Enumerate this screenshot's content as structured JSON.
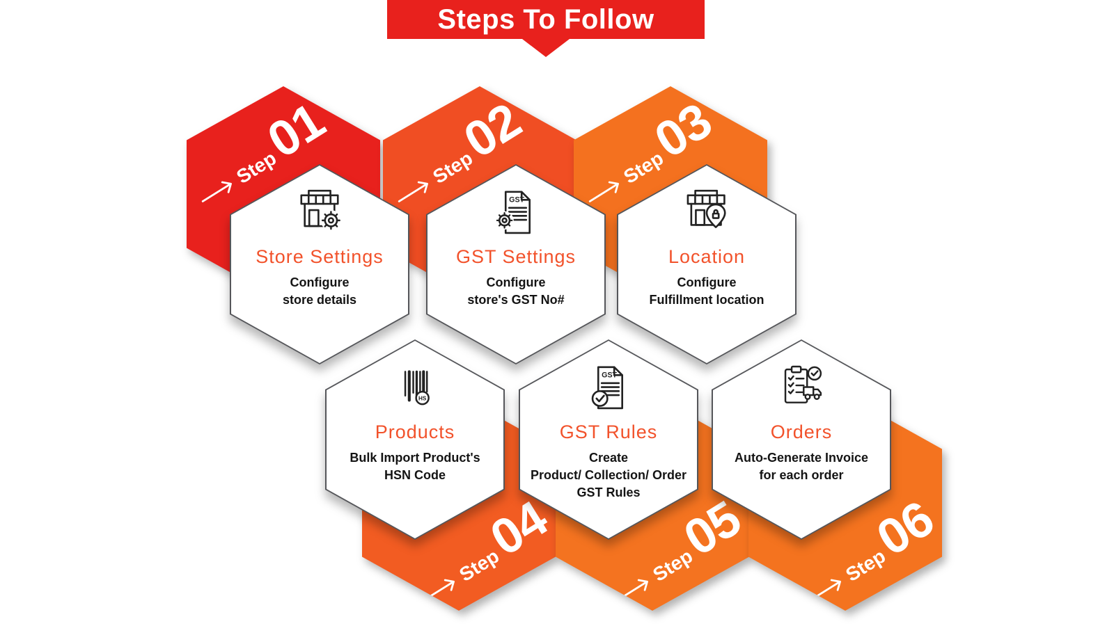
{
  "banner": {
    "title": "Steps To Follow",
    "color": "#e8211d"
  },
  "theme": {
    "title_color": "#f2522b",
    "desc_color": "#141414"
  },
  "steps": [
    {
      "step_label": "Step",
      "number": "01",
      "title": "Store Settings",
      "desc": [
        "Configure",
        "store details"
      ],
      "color": "#e8211d",
      "icon": "store-gear-icon"
    },
    {
      "step_label": "Step",
      "number": "02",
      "title": "GST Settings",
      "desc": [
        "Configure",
        "store's GST No#"
      ],
      "color": "#f04e23",
      "icon": "gst-document-gear-icon"
    },
    {
      "step_label": "Step",
      "number": "03",
      "title": "Location",
      "desc": [
        "Configure",
        "Fulfillment location"
      ],
      "color": "#f4711f",
      "icon": "store-location-pin-icon"
    },
    {
      "step_label": "Step",
      "number": "04",
      "title": "Products",
      "desc": [
        "Bulk Import Product's",
        "HSN Code"
      ],
      "color": "#f25c22",
      "icon": "barcode-hsn-icon"
    },
    {
      "step_label": "Step",
      "number": "05",
      "title": "GST Rules",
      "desc": [
        "Create",
        "Product/ Collection/ Order",
        "GST Rules"
      ],
      "color": "#f47320",
      "icon": "gst-document-check-icon"
    },
    {
      "step_label": "Step",
      "number": "06",
      "title": "Orders",
      "desc": [
        "Auto-Generate Invoice",
        "for each order"
      ],
      "color": "#f4731f",
      "icon": "order-invoice-truck-icon"
    }
  ]
}
